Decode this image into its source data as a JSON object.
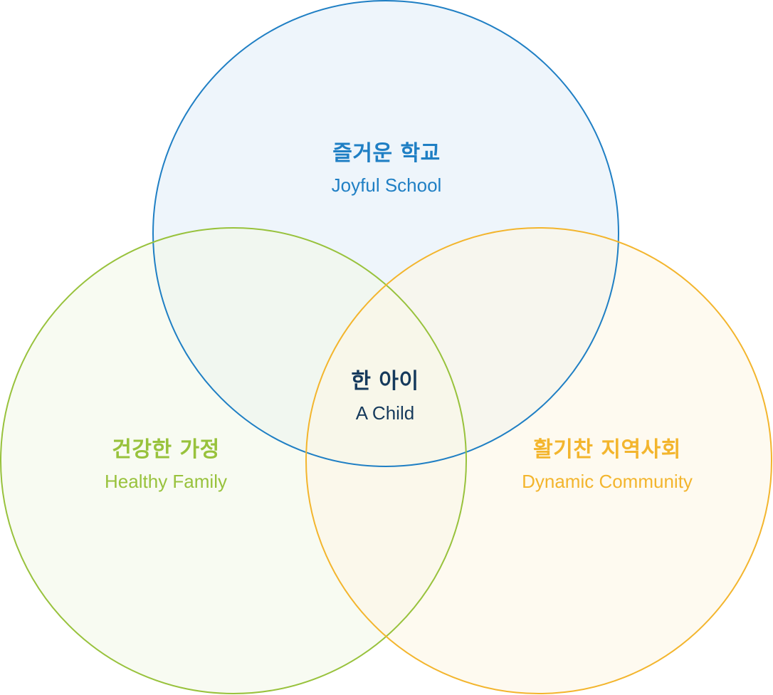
{
  "colors": {
    "school": "#1f7fc4",
    "school_fill": "#e8f1f9",
    "family": "#98c23c",
    "family_fill": "#f3f8e9",
    "community": "#f3b52d",
    "community_fill": "#fef6e6",
    "child": "#163a5c"
  },
  "circles": {
    "school": {
      "title_ko": "즐거운 학교",
      "title_en": "Joyful School"
    },
    "family": {
      "title_ko": "건강한 가정",
      "title_en": "Healthy Family"
    },
    "community": {
      "title_ko": "활기찬 지역사회",
      "title_en": "Dynamic Community"
    }
  },
  "center": {
    "title_ko": "한 아이",
    "title_en": "A Child"
  }
}
